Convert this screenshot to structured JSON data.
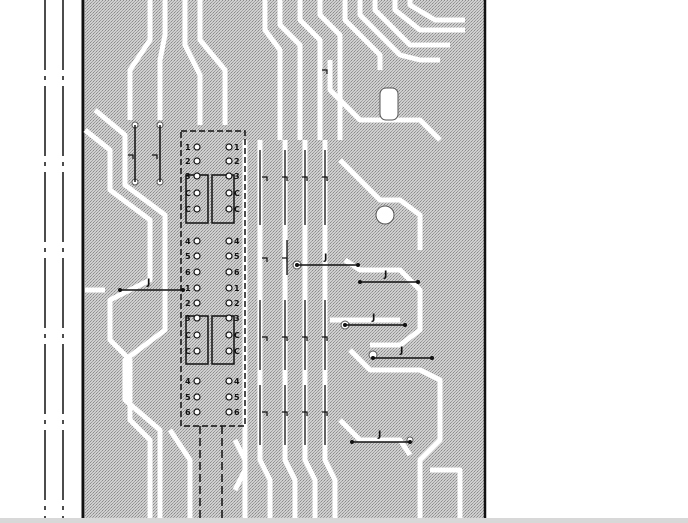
{
  "diagram": {
    "left_header_pins": [
      "1",
      "2",
      "3",
      "C",
      "C",
      "4",
      "5",
      "6",
      "1",
      "2",
      "3",
      "C",
      "C",
      "4",
      "5",
      "6"
    ],
    "right_header_pins": [
      "1",
      "2",
      "3",
      "C",
      "C",
      "4",
      "5",
      "6",
      "1",
      "2",
      "3",
      "C",
      "C",
      "4",
      "5",
      "6"
    ],
    "jumper_symbol": "J",
    "colors": {
      "board": "#c4c4c4",
      "trace": "#ffffff",
      "ink": "#111111",
      "background": "#ffffff"
    }
  }
}
